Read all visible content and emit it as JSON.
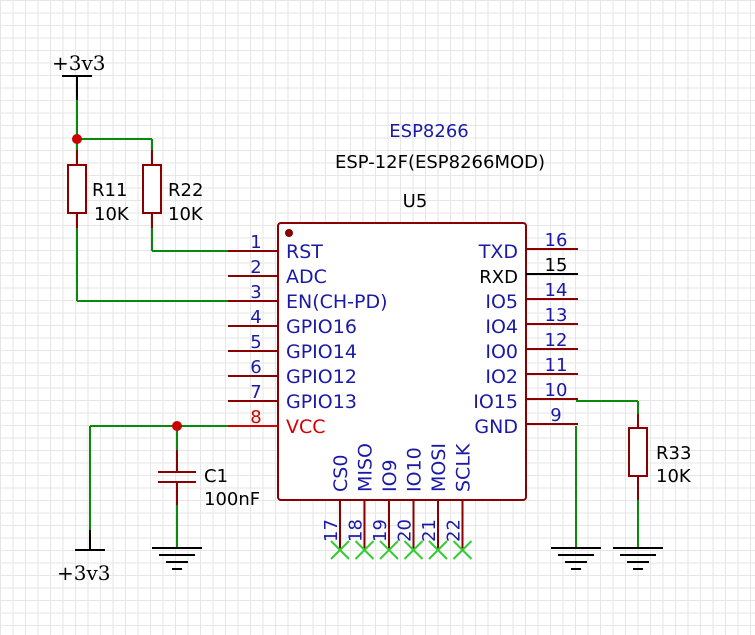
{
  "component": {
    "family": "ESP8266",
    "part": "ESP-12F(ESP8266MOD)",
    "designator": "U5"
  },
  "left_pins": [
    {
      "num": "1",
      "name": "RST"
    },
    {
      "num": "2",
      "name": "ADC"
    },
    {
      "num": "3",
      "name": "EN(CH-PD)"
    },
    {
      "num": "4",
      "name": "GPIO16"
    },
    {
      "num": "5",
      "name": "GPIO14"
    },
    {
      "num": "6",
      "name": "GPIO12"
    },
    {
      "num": "7",
      "name": "GPIO13"
    },
    {
      "num": "8",
      "name": "VCC"
    }
  ],
  "right_pins": [
    {
      "num": "16",
      "name": "TXD"
    },
    {
      "num": "15",
      "name": "RXD"
    },
    {
      "num": "14",
      "name": "IO5"
    },
    {
      "num": "13",
      "name": "IO4"
    },
    {
      "num": "12",
      "name": "IO0"
    },
    {
      "num": "11",
      "name": "IO2"
    },
    {
      "num": "10",
      "name": "IO15"
    },
    {
      "num": "9",
      "name": "GND"
    }
  ],
  "bottom_pins": [
    {
      "num": "17",
      "name": "CS0"
    },
    {
      "num": "18",
      "name": "MISO"
    },
    {
      "num": "19",
      "name": "IO9"
    },
    {
      "num": "20",
      "name": "IO10"
    },
    {
      "num": "21",
      "name": "MOSI"
    },
    {
      "num": "22",
      "name": "SCLK"
    }
  ],
  "resistors": {
    "r11": {
      "ref": "R11",
      "value": "10K"
    },
    "r22": {
      "ref": "R22",
      "value": "10K"
    },
    "r33": {
      "ref": "R33",
      "value": "10K"
    }
  },
  "capacitor": {
    "ref": "C1",
    "value": "100nF"
  },
  "power": {
    "top_net": "+3v3",
    "bottom_net": "+3v3"
  },
  "colors": {
    "wire": "#0a8a0a",
    "component_outline": "#8a0000",
    "text": "#1a1aa6",
    "vcc_pin": "#d40000",
    "no_connect": "#33cc33"
  }
}
